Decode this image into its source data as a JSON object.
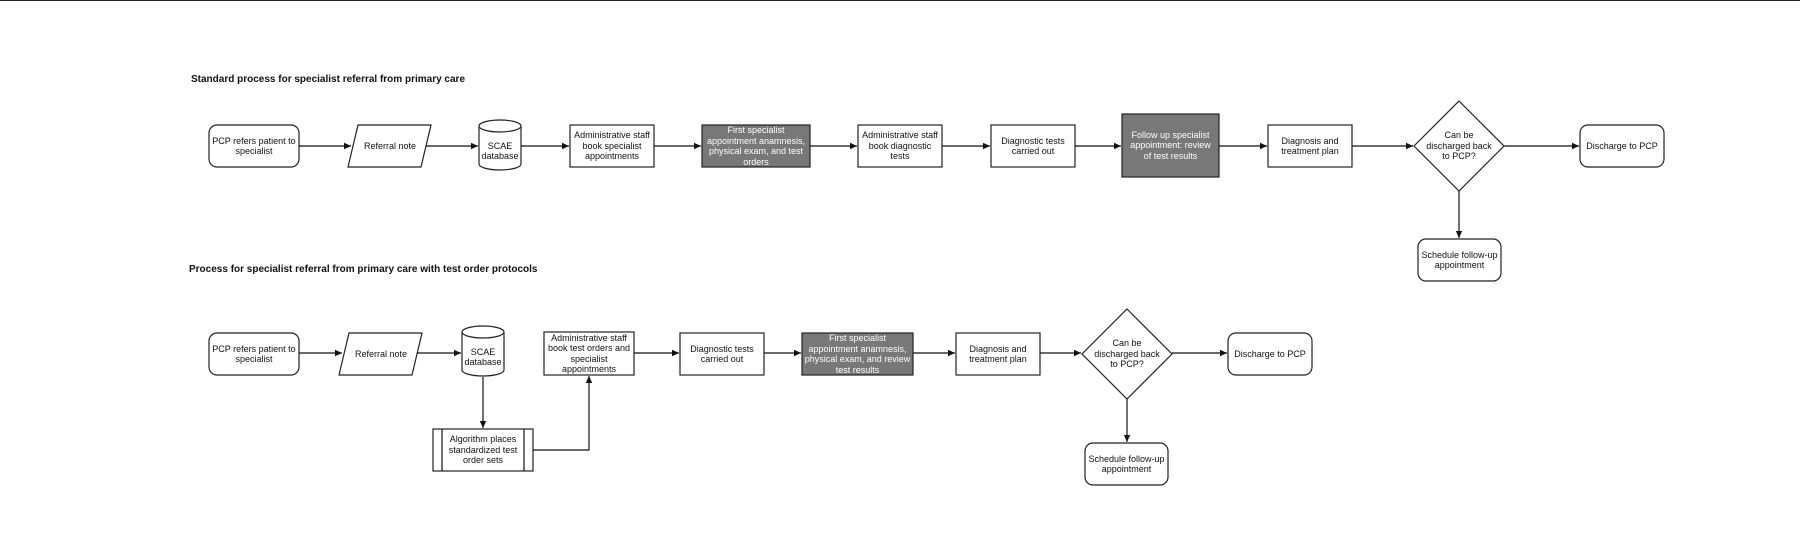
{
  "diagram1": {
    "title": "Standard process for specialist referral from primary care",
    "nodes": {
      "pcp_refers": "PCP refers patient to specialist",
      "referral_note": "Referral note",
      "scae_db": "SCAE database",
      "admin_book_appt": "Administrative staff book specialist appointments",
      "first_appt": "First specialist appointment anamnesis, physical exam, and test orders",
      "admin_book_tests": "Administrative staff book diagnostic tests",
      "tests_carried": "Diagnostic tests carried out",
      "followup_appt": "Follow up specialist appointment: review of test results",
      "diagnosis": "Diagnosis and treatment plan",
      "decision": "Can be discharged back to PCP?",
      "discharge": "Discharge to PCP",
      "schedule": "Schedule follow-up appointment"
    }
  },
  "diagram2": {
    "title": "Process for specialist referral from primary care with test order protocols",
    "nodes": {
      "pcp_refers": "PCP refers patient to specialist",
      "referral_note": "Referral note",
      "scae_db": "SCAE database",
      "algorithm": "Algorithm places standardized test order sets",
      "admin_book": "Administrative staff book test orders and specialist appointments",
      "tests_carried": "Diagnostic tests carried out",
      "first_appt": "First specialist appointment anamnesis, physical exam, and review test results",
      "diagnosis": "Diagnosis and treatment plan",
      "decision": "Can be discharged back to PCP?",
      "discharge": "Discharge to PCP",
      "schedule": "Schedule follow-up appointment"
    }
  },
  "colors": {
    "highlight_fill": "#787878",
    "stroke": "#222222"
  }
}
